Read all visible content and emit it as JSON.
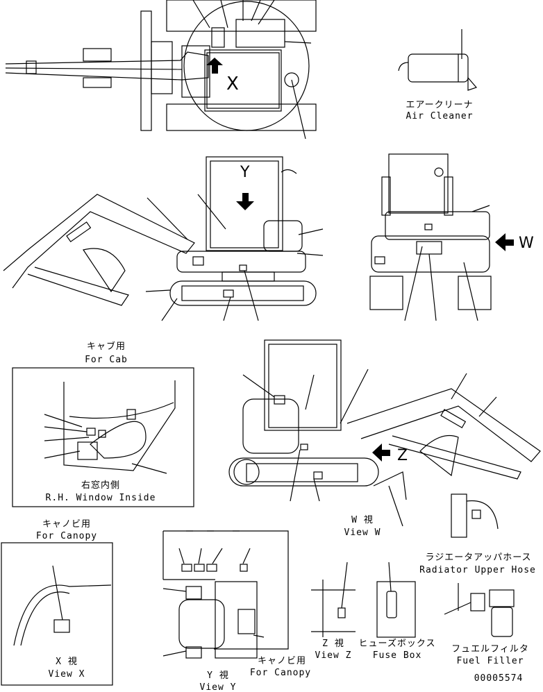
{
  "labels": {
    "air_cleaner_jp": "エアークリーナ",
    "air_cleaner_en": "Air Cleaner",
    "for_cab_jp": "キャブ用",
    "for_cab_en": "For Cab",
    "rh_window_jp": "右窓内側",
    "rh_window_en": "R.H. Window Inside",
    "for_canopy_jp": "キャノビ用",
    "for_canopy_en": "For Canopy",
    "view_w_jp": "W 視",
    "view_w_en": "View W",
    "view_x_jp": "X 視",
    "view_x_en": "View X",
    "view_y_jp": "Y 視",
    "view_y_en": "View Y",
    "view_z_jp": "Z 視",
    "view_z_en": "View Z",
    "for_canopy2_jp": "キャノビ用",
    "for_canopy2_en": "For Canopy",
    "fuse_box_jp": "ヒューズボックス",
    "fuse_box_en": "Fuse Box",
    "radiator_hose_jp": "ラジエータアッパホース",
    "radiator_hose_en": "Radiator Upper Hose",
    "fuel_filler_jp": "フュエルフィルタ",
    "fuel_filler_en": "Fuel Filler",
    "drawing_number": "00005574"
  },
  "view_markers": {
    "x": "X",
    "y": "Y",
    "z": "Z",
    "w": "W"
  }
}
